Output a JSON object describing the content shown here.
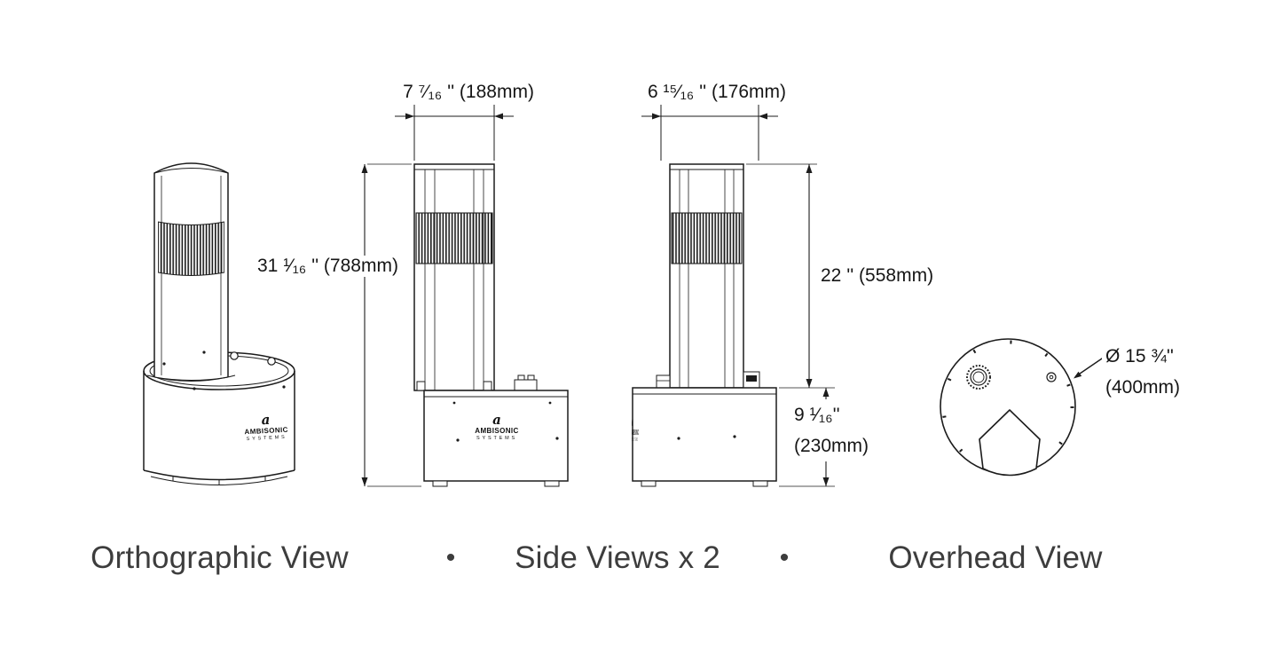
{
  "dimensions": {
    "side1_width": "7 ⁷⁄₁₆ '' (188mm)",
    "side2_width": "6 ¹⁵⁄₁₆ '' (176mm)",
    "overall_height": "31 ¹⁄₁₆ '' (788mm)",
    "column_height": "22 '' (558mm)",
    "base_height": {
      "inches": "9 ¹⁄₁₆''",
      "mm": "(230mm)"
    },
    "diameter": {
      "inches": "Ø 15 ¾''",
      "mm": "(400mm)"
    }
  },
  "captions": {
    "orthographic": "Orthographic View",
    "side": "Side Views x 2",
    "overhead": "Overhead View",
    "bullet1": "•",
    "bullet2": "•"
  },
  "logo": {
    "mark": "a",
    "line1": "AMBISONIC",
    "line2": "SYSTEMS"
  }
}
